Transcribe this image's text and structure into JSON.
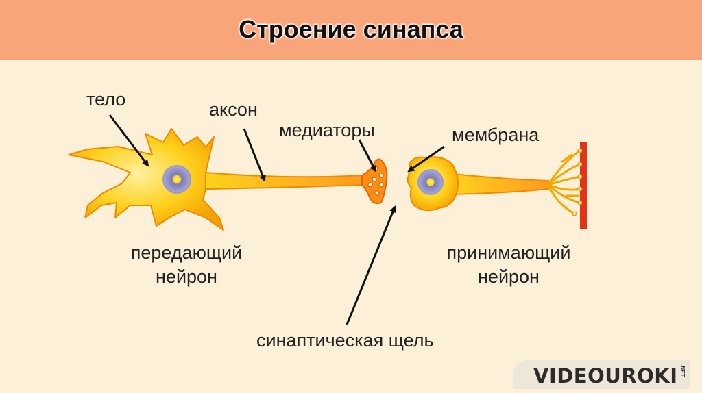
{
  "title": "Строение синапса",
  "labels": {
    "body": "тело",
    "axon": "аксон",
    "mediators": "медиаторы",
    "membrane": "мембрана",
    "sending_neuron_line1": "передающий",
    "sending_neuron_line2": "нейрон",
    "receiving_neuron_line1": "принимающий",
    "receiving_neuron_line2": "нейрон",
    "synaptic_cleft": "синаптическая щель"
  },
  "logo": {
    "text": "VIDEOUROKI",
    "suffix": ".NET"
  },
  "colors": {
    "header": "#f9a57a",
    "background": "#fdf0d9",
    "neuron_fill": "#ffd21e",
    "neuron_edge": "#f08a00",
    "terminal": "#ff8c14",
    "nucleus": "#8c8cc8",
    "muscle": "#e63214"
  }
}
